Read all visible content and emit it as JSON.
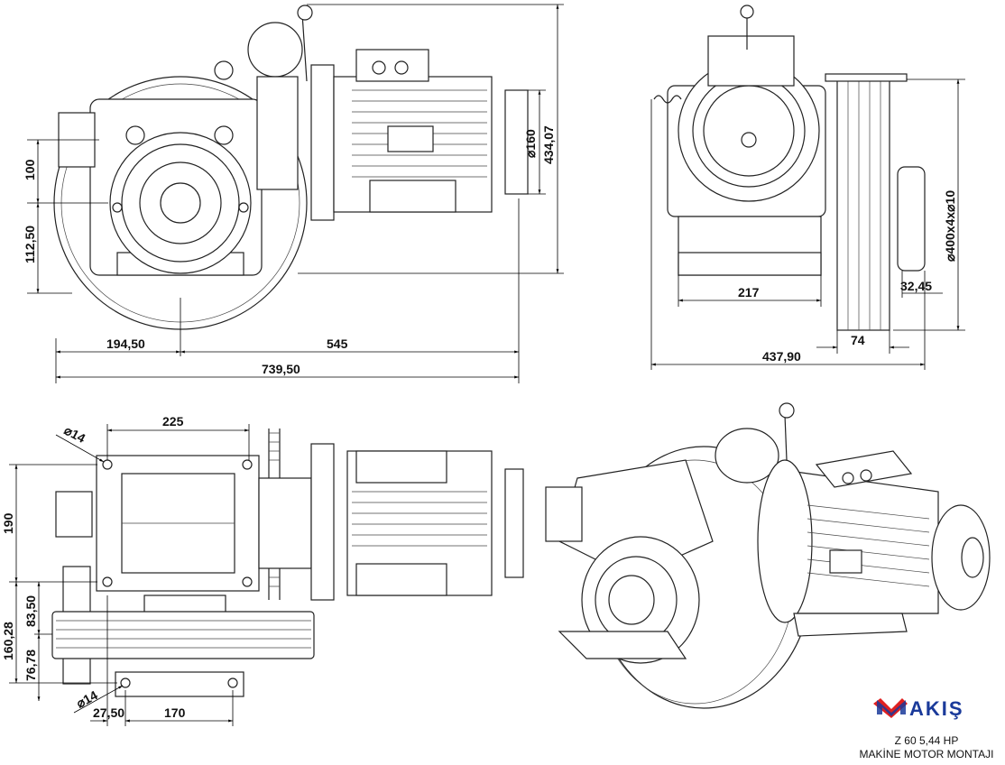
{
  "drawing": {
    "title_line1": "Z 60 5,44 HP",
    "title_line2": "MAKİNE MOTOR MONTAJI",
    "brand": "AKIŞ",
    "brand_colors": {
      "red": "#e02020",
      "blue": "#1a3a9a"
    }
  },
  "front_view": {
    "dims": {
      "d100": "100",
      "d112": "112,50",
      "d434": "434,07",
      "d160": "⌀160",
      "d194": "194,50",
      "d545": "545",
      "d739": "739,50"
    }
  },
  "side_view": {
    "dims": {
      "d217": "217",
      "d32": "32,45",
      "d74": "74",
      "d437": "437,90",
      "d400": "⌀400x4x⌀10"
    }
  },
  "top_view": {
    "dims": {
      "d225": "225",
      "d14a": "⌀14",
      "d190": "190",
      "d160": "160,28",
      "d83": "83,50",
      "d76": "76,78",
      "d14b": "⌀14",
      "d27": "27,50",
      "d170": "170"
    }
  }
}
